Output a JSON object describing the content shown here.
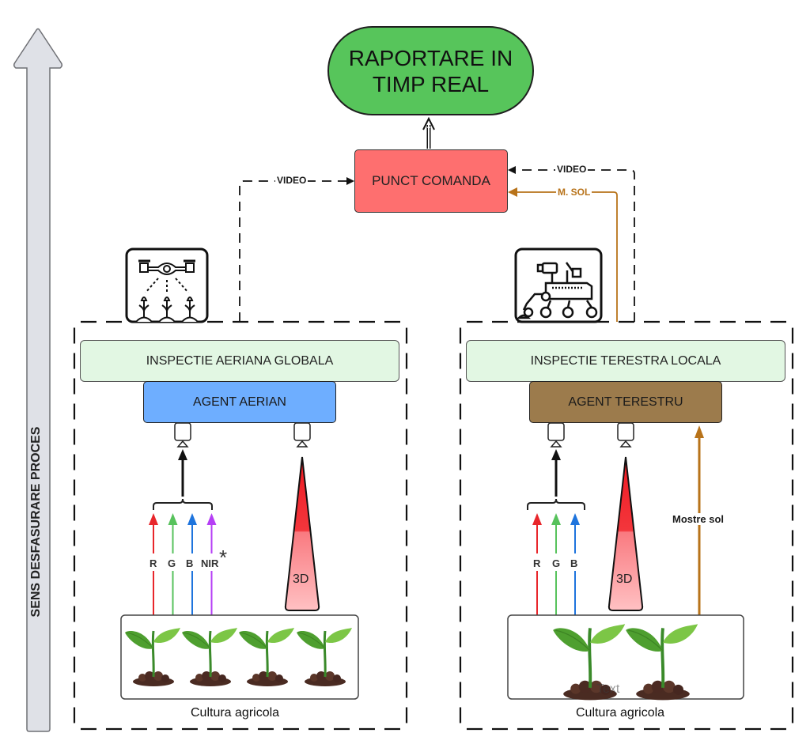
{
  "process_direction": {
    "label": "SENS DESFASURARE PROCES",
    "icon": "up-arrow-icon",
    "fill": "#dfe1e7"
  },
  "report": {
    "label": "RAPORTARE IN TIMP REAL",
    "line1": "RAPORTARE IN",
    "line2": "TIMP REAL",
    "fill": "#57c55b"
  },
  "command": {
    "label": "PUNCT COMANDA",
    "fill": "#fe6f6f"
  },
  "connections": {
    "aerial_video": "VIDEO",
    "ground_video": "VIDEO",
    "soil_sample": "M. SOL",
    "soil_color": "#b8731a"
  },
  "aerial": {
    "icon": "drone-spraying-crops-icon",
    "inspection": "INSPECTIE AERIANA GLOBALA",
    "agent": "AGENT AERIAN",
    "agent_fill": "#6eaeff",
    "bands": [
      {
        "label": "R",
        "color": "#e8262b"
      },
      {
        "label": "G",
        "color": "#57c25c"
      },
      {
        "label": "B",
        "color": "#1e74dd"
      },
      {
        "label": "NIR",
        "color": "#b53ef5"
      }
    ],
    "nir_marker": "*",
    "depth_sensor": "3D",
    "crop_label": "Cultura agricola",
    "plant_count": 4
  },
  "ground": {
    "icon": "rover-robot-icon",
    "inspection": "INSPECTIE TERESTRA LOCALA",
    "agent": "AGENT TERESTRU",
    "agent_fill": "#9c7b4c",
    "bands": [
      {
        "label": "R",
        "color": "#e8262b"
      },
      {
        "label": "G",
        "color": "#57c25c"
      },
      {
        "label": "B",
        "color": "#1e74dd"
      }
    ],
    "depth_sensor": "3D",
    "soil_samples": "Mostre sol",
    "crop_label": "Cultura agricola",
    "placeholder": "Text",
    "plant_count": 2
  }
}
